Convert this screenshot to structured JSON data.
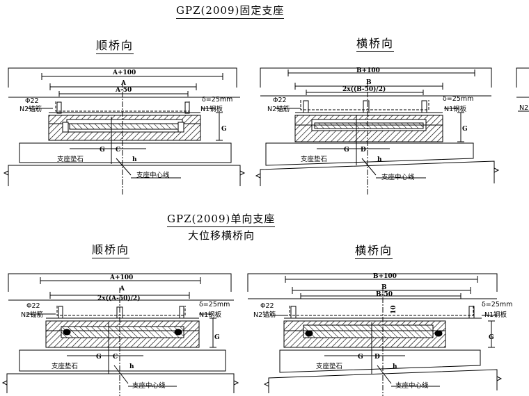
{
  "top": {
    "title": "GPZ(2009)固定支座",
    "left_view": "顺桥向",
    "right_view": "横桥向"
  },
  "bottom": {
    "title": "GPZ(2009)单向支座",
    "subtitle": "大位移横桥向",
    "left_view": "顺桥向",
    "right_view": "横桥向"
  },
  "labels": {
    "phi22": "Φ22",
    "anchor": "N2锚筋",
    "delta": "δ=25mm",
    "plate": "N1钢板",
    "pad": "支座垫石",
    "centerline": "支座中心线",
    "A100": "A+100",
    "A": "A",
    "A50": "A-50",
    "B100": "B+100",
    "B": "B",
    "B50": "B-50",
    "two_b": "2x((B-50)/2)",
    "two_a": "2x((A-50)/2)",
    "G": "G",
    "C": "C",
    "D": "D",
    "h": "h",
    "ten": "10"
  }
}
